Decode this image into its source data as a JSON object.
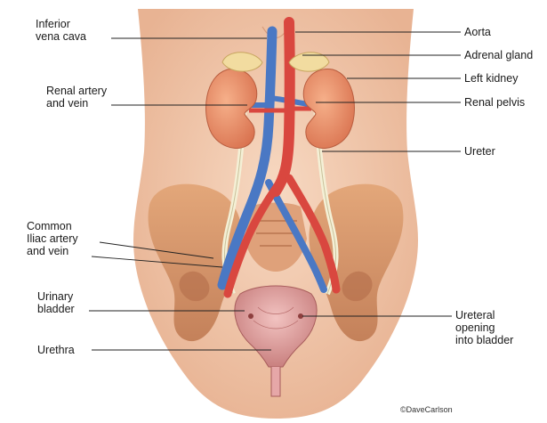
{
  "labels": {
    "inferior_vena_cava": [
      "Inferior",
      "vena cava"
    ],
    "renal_artery_vein": [
      "Renal artery",
      "and vein"
    ],
    "common_iliac": [
      "Common",
      "Iliac artery",
      "and vein"
    ],
    "urinary_bladder": [
      "Urinary",
      "bladder"
    ],
    "urethra": "Urethra",
    "aorta": "Aorta",
    "adrenal_gland": "Adrenal gland",
    "left_kidney": "Left kidney",
    "renal_pelvis": "Renal pelvis",
    "ureter": "Ureter",
    "ureteral_opening": [
      "Ureteral",
      "opening",
      "into bladder"
    ]
  },
  "credit": "©DaveCarlson",
  "colors": {
    "skin": "#f3cdb2",
    "skin_shadow": "#e2ab8c",
    "artery": "#d9473f",
    "vein": "#4a78c4",
    "kidney": "#e9906a",
    "adrenal": "#f2dca0",
    "bone": "#d89668",
    "ureter": "#f4f0d6",
    "bladder": "#e6a7a8"
  }
}
